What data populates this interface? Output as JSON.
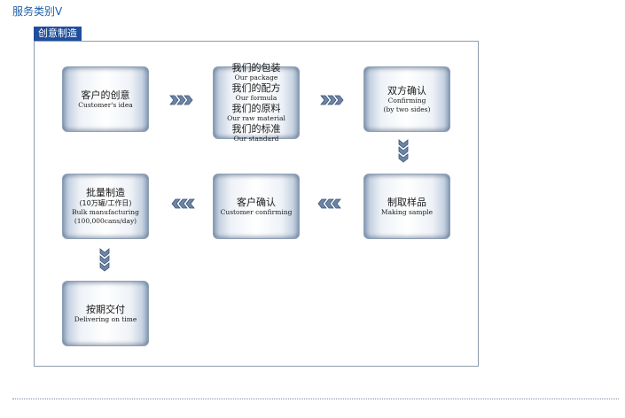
{
  "page": {
    "title": "服务类别V"
  },
  "tab": {
    "label": "创意制造"
  },
  "steps": [
    {
      "lines": [
        {
          "t": "客户的创意",
          "k": "cn"
        },
        {
          "t": "Customer's idea",
          "k": "en"
        }
      ]
    },
    {
      "lines": [
        {
          "t": "我们的包装",
          "k": "cn"
        },
        {
          "t": "Our package",
          "k": "en"
        },
        {
          "t": "我们的配方",
          "k": "cn"
        },
        {
          "t": "Our formula",
          "k": "en"
        },
        {
          "t": "我们的原料",
          "k": "cn"
        },
        {
          "t": "Our raw material",
          "k": "en"
        },
        {
          "t": "我们的标准",
          "k": "cn"
        },
        {
          "t": "Our standard",
          "k": "en"
        }
      ]
    },
    {
      "lines": [
        {
          "t": "双方确认",
          "k": "cn"
        },
        {
          "t": "Confirming",
          "k": "en"
        },
        {
          "t": "(by two sides)",
          "k": "en"
        }
      ]
    },
    {
      "lines": [
        {
          "t": "制取样品",
          "k": "cn"
        },
        {
          "t": "Making sample",
          "k": "en"
        }
      ]
    },
    {
      "lines": [
        {
          "t": "客户确认",
          "k": "cn"
        },
        {
          "t": "Customer confirming",
          "k": "en"
        }
      ]
    },
    {
      "lines": [
        {
          "t": "批量制造",
          "k": "cn"
        },
        {
          "t": "(10万罐/工作日)",
          "k": "cn small"
        },
        {
          "t": "Bulk manufacturing",
          "k": "en"
        },
        {
          "t": "(100,000cans/day)",
          "k": "en"
        }
      ]
    },
    {
      "lines": [
        {
          "t": "按期交付",
          "k": "cn"
        },
        {
          "t": "Delivering on time",
          "k": "en"
        }
      ]
    }
  ],
  "icons": {
    "arrow": "chevron-arrow-icon"
  },
  "colors": {
    "tab": "#1e4e9c",
    "title": "#1f5fa8",
    "arrow": "#5a7090"
  }
}
